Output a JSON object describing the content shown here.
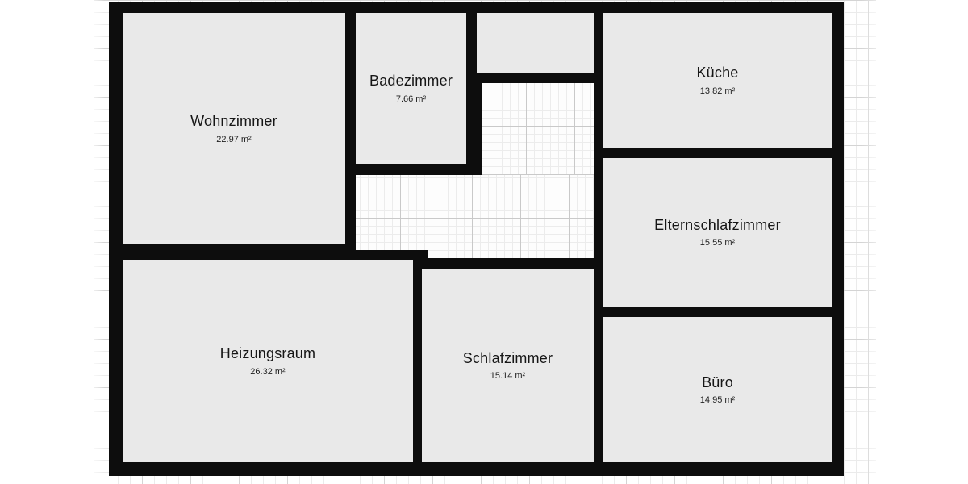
{
  "plan": {
    "type": "floor-plan",
    "rooms": [
      {
        "name": "Wohnzimmer",
        "area": "22.97 m²"
      },
      {
        "name": "Badezimmer",
        "area": "7.66 m²"
      },
      {
        "name": "Küche",
        "area": "13.82 m²"
      },
      {
        "name": "Elternschlafzimmer",
        "area": "15.55 m²"
      },
      {
        "name": "Heizungsraum",
        "area": "26.32 m²"
      },
      {
        "name": "Schlafzimmer",
        "area": "15.14 m²"
      },
      {
        "name": "Büro",
        "area": "14.95 m²"
      }
    ],
    "unlabeled_room": {
      "name": "",
      "area": ""
    },
    "colors": {
      "wall": "#0d0d0d",
      "room_fill": "#e9e9e9",
      "text": "#161616",
      "background": "#ffffff",
      "grid_minor": "#ebebeb",
      "grid_major": "#d4d4d4"
    }
  }
}
